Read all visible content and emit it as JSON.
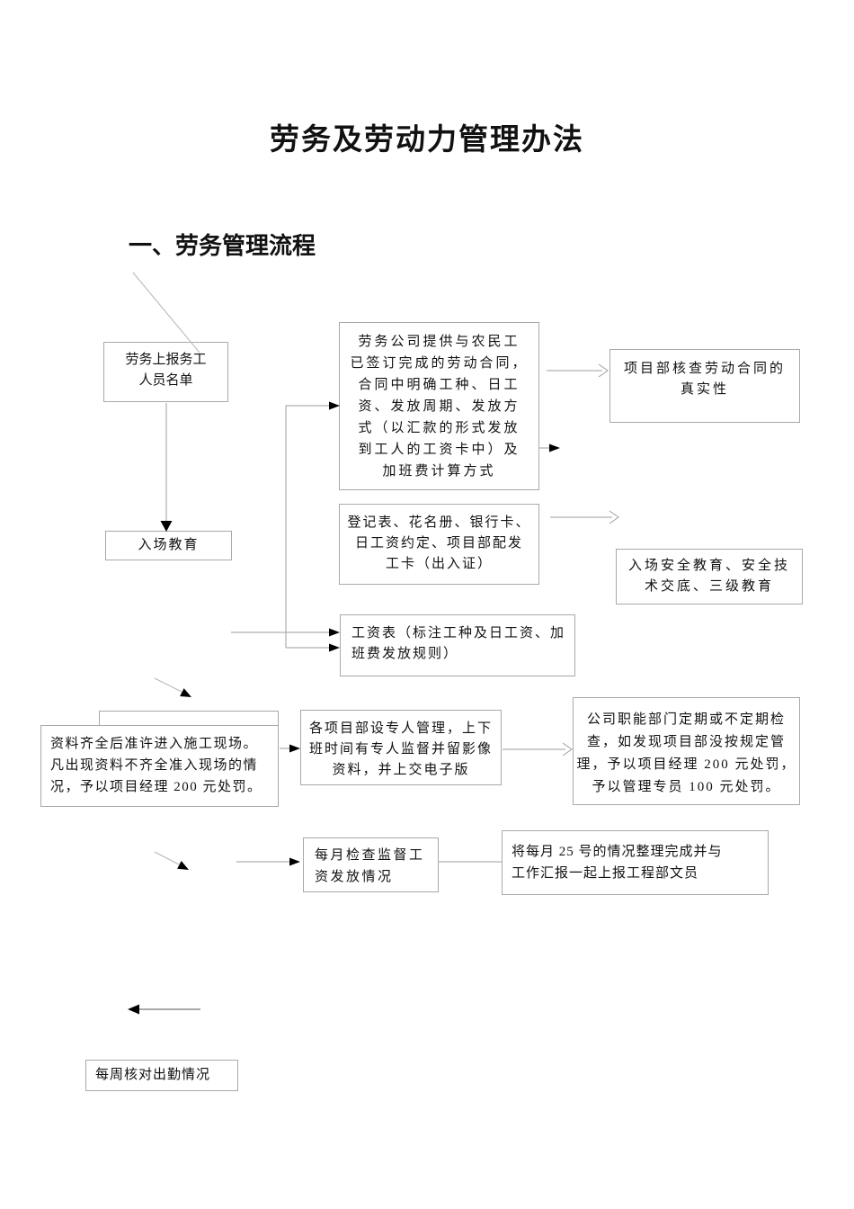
{
  "page": {
    "title": "劳务及劳动力管理办法",
    "section_heading": "一、劳务管理流程"
  },
  "nodes": {
    "report_list": {
      "text": "劳务上报务工\n人员名单"
    },
    "labor_contract": {
      "text": "劳务公司提供与农民工\n已签订完成的劳动合同，\n合同中明确工种、日工\n资、发放周期、发放方\n式（以汇款的形式发放\n到工人的工资卡中）及\n加班费计算方式"
    },
    "verify_contract": {
      "text": "项目部核查劳动合同的\n真实性"
    },
    "entry_education": {
      "text": "入场教育"
    },
    "registration": {
      "text": "登记表、花名册、银行卡、\n日工资约定、项目部配发\n工卡（出入证）"
    },
    "safety_education": {
      "text": "入场安全教育、安全技\n术交底、三级教育"
    },
    "salary_sheet": {
      "text": "工资表（标注工种及日工资、加\n班费发放规则）"
    },
    "site_entry": {
      "text": "资料齐全后准许进入施工现场。\n凡出现资料不齐全准入现场的情\n况，予以项目经理 200 元处罚。"
    },
    "project_supervision": {
      "text": "各项目部设专人管理，上下\n班时间有专人监督并留影像\n资料，并上交电子版"
    },
    "company_inspection": {
      "text": "公司职能部门定期或不定期检\n查，如发现项目部没按规定管\n理，予以项目经理 200 元处罚，\n予以管理专员 100 元处罚。"
    },
    "monthly_check": {
      "text": "每月检查监督工\n资发放情况"
    },
    "monthly_report": {
      "text": "将每月 25 号的情况整理完成并与\n工作汇报一起上报工程部文员"
    },
    "weekly_attendance": {
      "text": "每周核对出勤情况"
    }
  },
  "colors": {
    "line_gray": "#9e9e9e",
    "border_gray": "#a9a9a9",
    "arrow_black": "#000000"
  }
}
